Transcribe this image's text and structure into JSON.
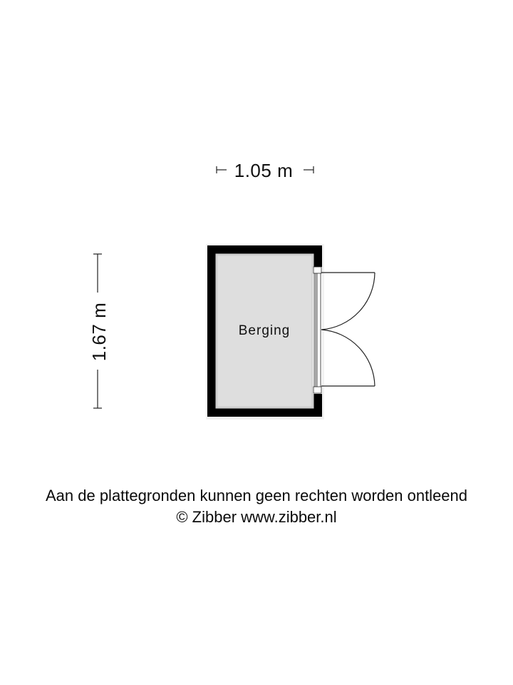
{
  "dimensions": {
    "width_label": "1.05 m",
    "height_label": "1.67 m"
  },
  "rooms": [
    {
      "name": "Berging"
    }
  ],
  "colors": {
    "wall": "#000000",
    "floor": "#dedede",
    "line": "#222222",
    "background": "#ffffff"
  },
  "footer": {
    "disclaimer": "Aan de plattegronden kunnen geen rechten worden ontleend",
    "copyright": "© Zibber www.zibber.nl"
  }
}
